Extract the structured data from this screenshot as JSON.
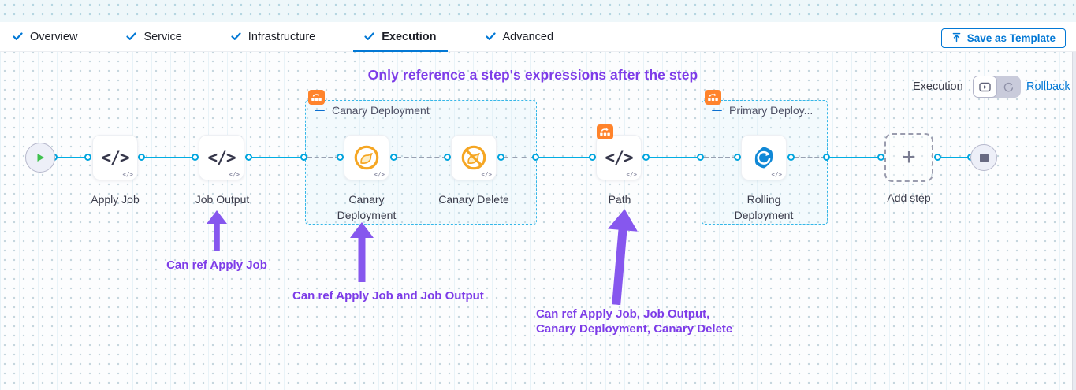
{
  "header": {
    "tabs": [
      {
        "label": "Overview"
      },
      {
        "label": "Service"
      },
      {
        "label": "Infrastructure"
      },
      {
        "label": "Execution"
      },
      {
        "label": "Advanced"
      }
    ],
    "save_as_template_label": "Save as Template"
  },
  "toolbar": {
    "execution_label": "Execution",
    "rollback_label": "Rollback"
  },
  "annotations": {
    "title": "Only reference a step's expressions after the step",
    "note_job_output": "Can ref Apply Job",
    "note_canary": "Can ref Apply Job and Job Output",
    "note_path_line1": "Can ref Apply Job, Job Output,",
    "note_path_line2": "Canary Deployment, Canary Delete"
  },
  "pipeline": {
    "steps": [
      {
        "label": "Apply Job",
        "icon": "code"
      },
      {
        "label": "Job Output",
        "icon": "code"
      },
      {
        "label": "Canary Deployment",
        "icon": "canary"
      },
      {
        "label": "Canary Delete",
        "icon": "canary-delete"
      },
      {
        "label": "Path",
        "icon": "code"
      },
      {
        "label": "Rolling Deployment",
        "icon": "rolling-deployment"
      }
    ],
    "groups": [
      {
        "label": "Canary Deployment"
      },
      {
        "label": "Primary Deploy..."
      }
    ],
    "add_step_label": "Add step"
  },
  "colors": {
    "accent_blue": "#0278d5",
    "edge_blue": "#00ade4",
    "annotation_purple": "#7d3ce8",
    "badge_orange": "#ff832b",
    "canary_orange": "#f5a623",
    "rolling_blue": "#1088d6"
  }
}
